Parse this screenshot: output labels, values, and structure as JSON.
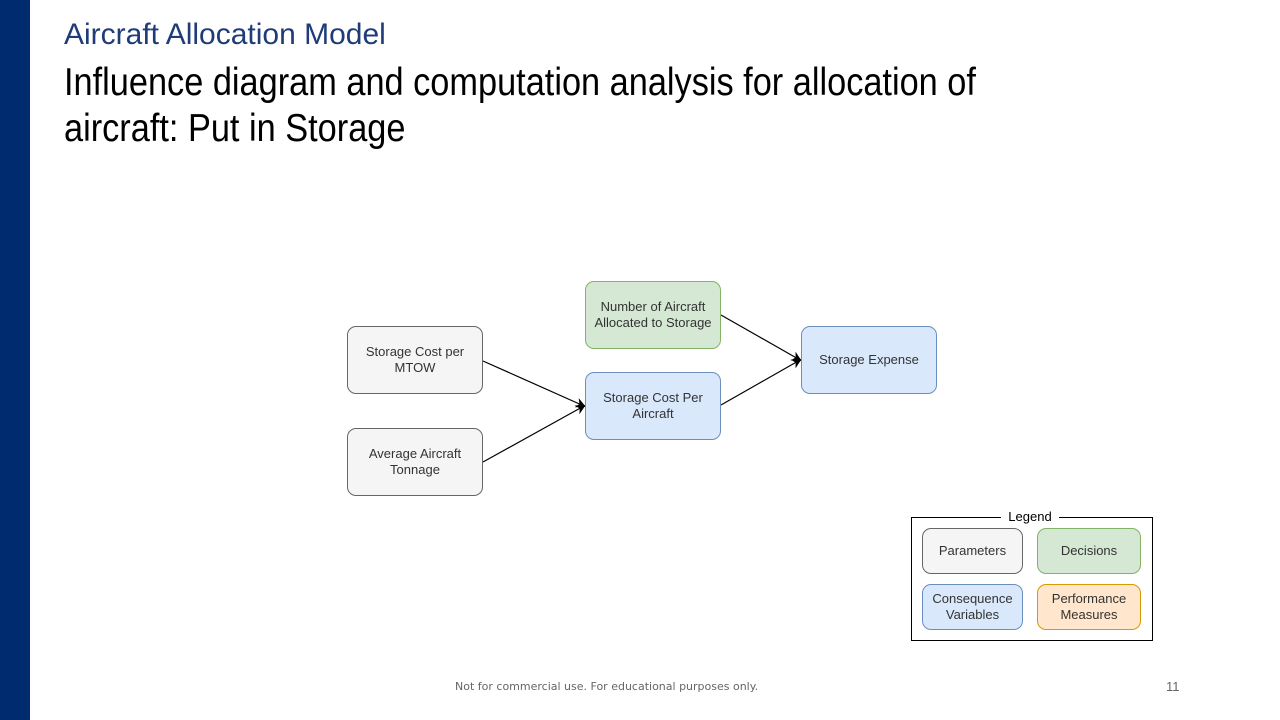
{
  "header": {
    "subtitle": "Aircraft Allocation Model",
    "title": "Influence diagram and computation analysis for allocation of aircraft: Put in Storage"
  },
  "diagram": {
    "nodes": {
      "storage_cost_mtow": "Storage Cost per MTOW",
      "avg_tonnage": "Average Aircraft Tonnage",
      "num_aircraft": "Number of Aircraft Allocated to Storage",
      "cost_per_aircraft": "Storage Cost Per Aircraft",
      "storage_expense": "Storage Expense"
    }
  },
  "legend": {
    "title": "Legend",
    "parameters": "Parameters",
    "decisions": "Decisions",
    "consequence": "Consequence Variables",
    "performance": "Performance Measures"
  },
  "footer": {
    "note": "Not for commercial use. For educational purposes only.",
    "page": "11"
  },
  "colors": {
    "sidebar": "#002b6f",
    "parameters": "#f5f5f5",
    "decisions": "#d5e8d4",
    "consequence": "#dae8fc",
    "performance": "#ffe6cc"
  }
}
